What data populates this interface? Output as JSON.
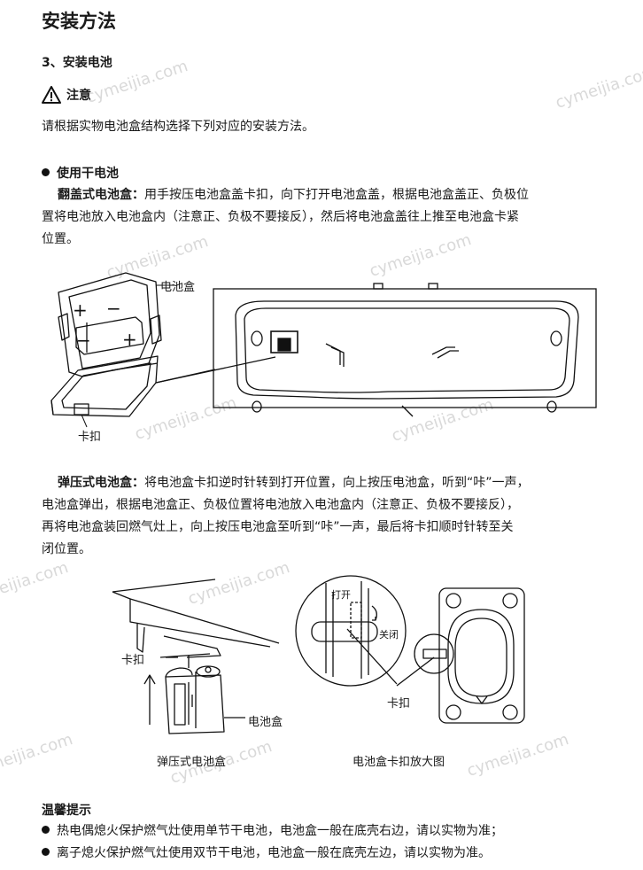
{
  "title": "安装方法",
  "section": "3、安装电池",
  "notice": {
    "label": "注意",
    "text": "请根据实物电池盒结构选择下列对应的安装方法。"
  },
  "dry_battery": {
    "heading": "使用干电池",
    "flip_label": "翻盖式电池盒：",
    "flip_text_1": "用手按压电池盒盖卡扣，向下打开电池盒盖，根据电池盒盖正、负极位",
    "flip_text_2": "置将电池放入电池盒内（注意正、负极不要接反），然后将电池盒盖往上推至电池盒卡紧",
    "flip_text_3": "位置。",
    "fig1_label_box": "电池盒",
    "fig1_label_clip": "卡扣",
    "spring_label": "弹压式电池盒：",
    "spring_text_1": "将电池盒卡扣逆时针转到打开位置，向上按压电池盒，听到“咔”一声，",
    "spring_text_2": "电池盒弹出，根据电池盒正、负极位置将电池放入电池盒内（注意正、负极不要接反），",
    "spring_text_3": "再将电池盒装回燃气灶上，向上按压电池盒至听到“咔”一声，最后将卡扣顺时针转至关",
    "spring_text_4": "闭位置。",
    "fig2_label_clip": "卡扣",
    "fig2_label_box": "电池盒",
    "fig2_caption": "弹压式电池盒",
    "fig3_label_open": "打开",
    "fig3_label_close": "关闭",
    "fig3_label_clip": "卡扣",
    "fig3_caption": "电池盒卡扣放大图"
  },
  "tips": {
    "heading": "温馨提示",
    "items": [
      "热电偶熄火保护燃气灶使用单节干电池，电池盒一般在底壳右边，请以实物为准；",
      "离子熄火保护燃气灶使用双节干电池，电池盒一般在底壳左边，请以实物为准。"
    ]
  },
  "watermark": "cymeijia.com"
}
